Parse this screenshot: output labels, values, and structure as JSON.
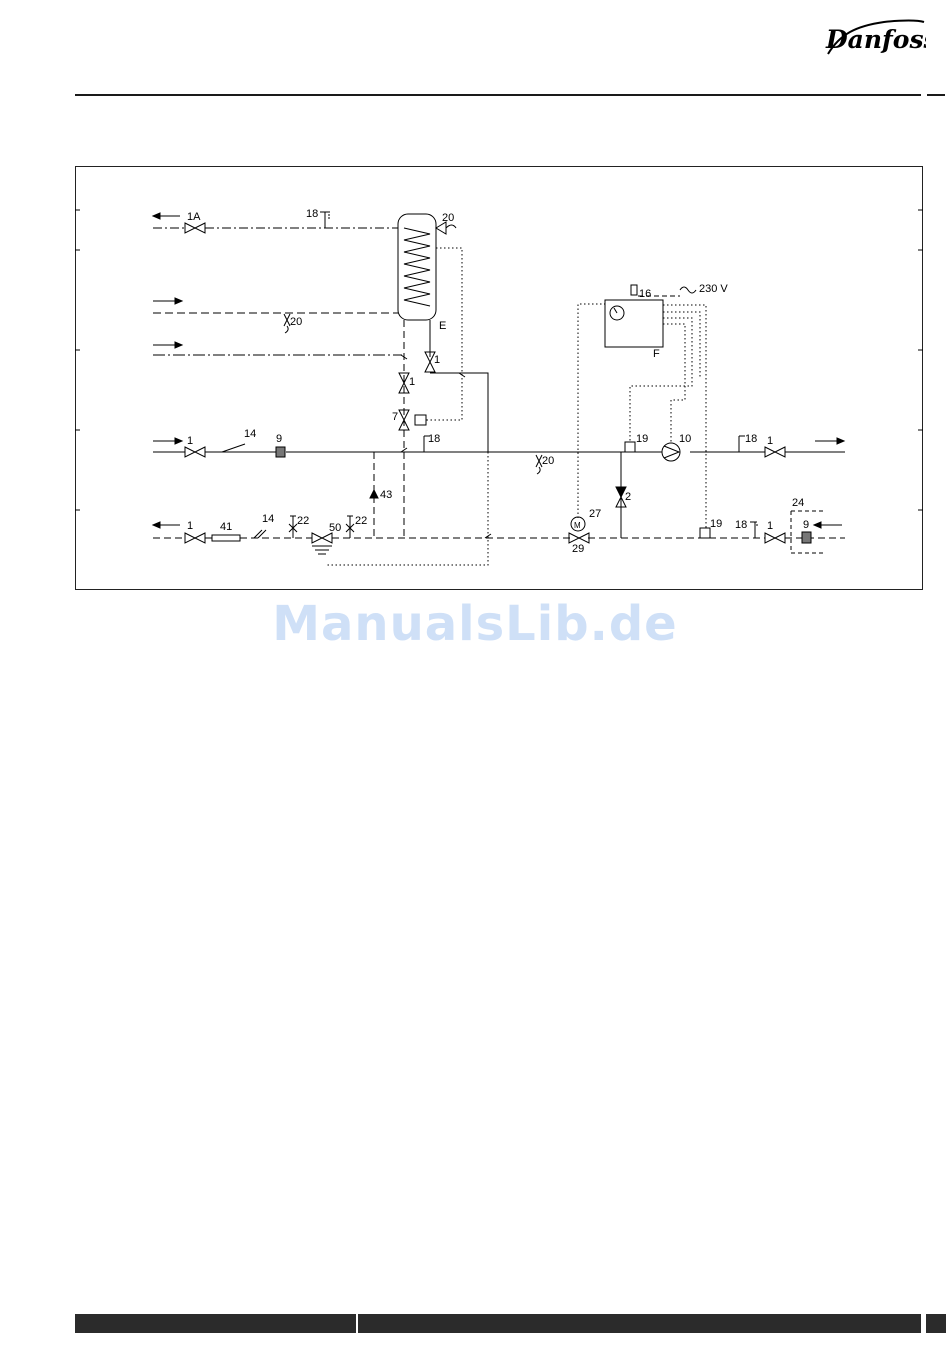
{
  "header": {
    "brand": "Danfoss"
  },
  "watermark": "ManualsLib.de",
  "diagram": {
    "labels": {
      "l1A": "1A",
      "l18a": "18",
      "l20a": "20",
      "l20b": "20",
      "l16": "16",
      "l230": "230 V",
      "lE": "E",
      "lF": "F",
      "l1b": "1",
      "l1c": "1",
      "l7": "7",
      "l1d": "1",
      "l14a": "14",
      "l9a": "9",
      "l18b": "18",
      "l20c": "20",
      "l19a": "19",
      "l10": "10",
      "l18c": "18",
      "l1e": "1",
      "l43": "43",
      "l2": "2",
      "l1f": "1",
      "l41": "41",
      "l14b": "14",
      "l22a": "22",
      "l50": "50",
      "l22b": "22",
      "l27": "27",
      "lM": "M",
      "l29": "29",
      "l19b": "19",
      "l18d": "18",
      "l1g": "1",
      "l24": "24",
      "l9b": "9"
    }
  }
}
